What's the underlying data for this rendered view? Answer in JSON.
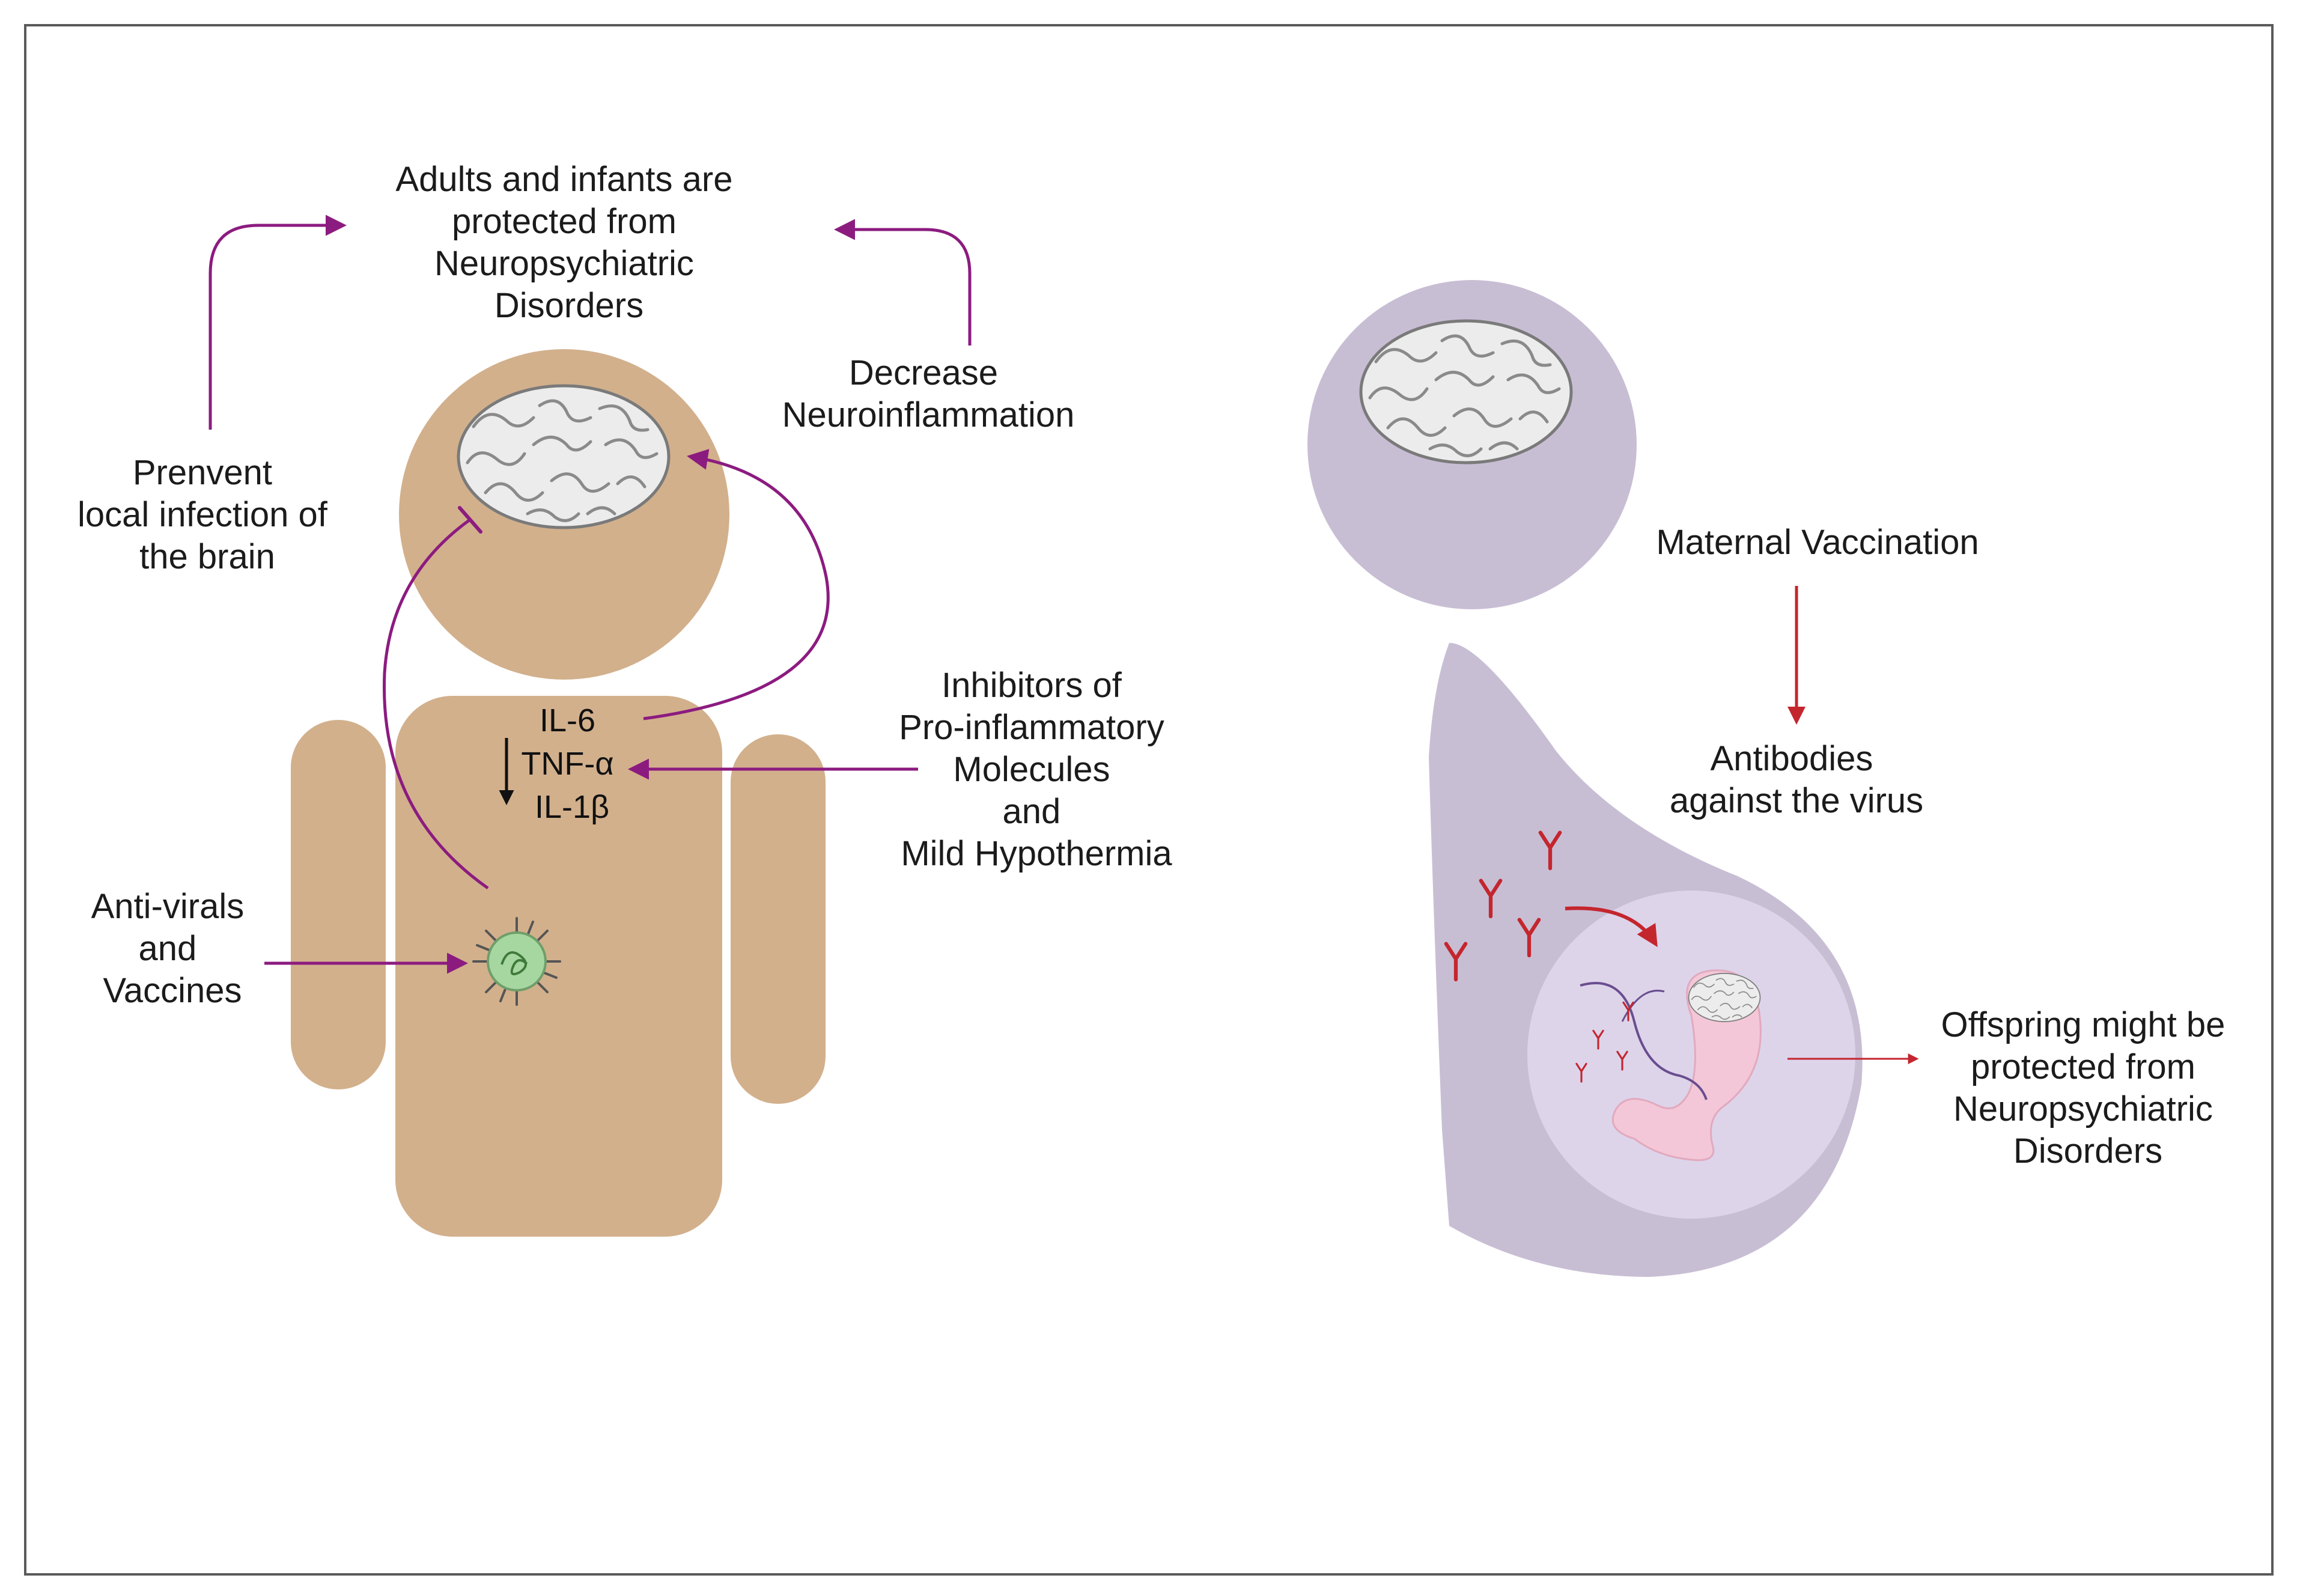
{
  "colors": {
    "adult_body": "#d2b08c",
    "pregnant_body": "#c8bed4",
    "womb": "#ddd4ea",
    "fetus": "#f3c7d7",
    "brain_fill": "#ececec",
    "brain_stroke": "#7a7a7a",
    "purple_arrow": "#8c1b80",
    "red_arrow": "#c4262e",
    "virus": "#a6d7a0"
  },
  "icons": [
    "brain-icon",
    "virus-icon",
    "antibody-icon",
    "fetus-icon"
  ],
  "left_panel": {
    "outcome_lines": [
      "Adults and infants are",
      "protected from",
      "Neuropsychiatric",
      "Disorders"
    ],
    "prevent_lines": [
      "Prenvent",
      "local infection of",
      "the brain"
    ],
    "decrease_lines": [
      "Decrease",
      "Neuroinflammation"
    ],
    "cytokines": [
      "IL-6",
      "TNF-α",
      "IL-1β"
    ],
    "inhibitors_lines": [
      "Inhibitors of",
      "Pro-inflammatory",
      "Molecules",
      "and",
      "Mild Hypothermia"
    ],
    "antivirals_lines": [
      "Anti-virals",
      "and",
      "Vaccines"
    ]
  },
  "right_panel": {
    "vaccination_label": "Maternal Vaccination",
    "antibodies_lines": [
      "Antibodies",
      "against the virus"
    ],
    "offspring_lines": [
      "Offspring might be",
      "protected from",
      "Neuropsychiatric",
      "Disorders"
    ]
  }
}
